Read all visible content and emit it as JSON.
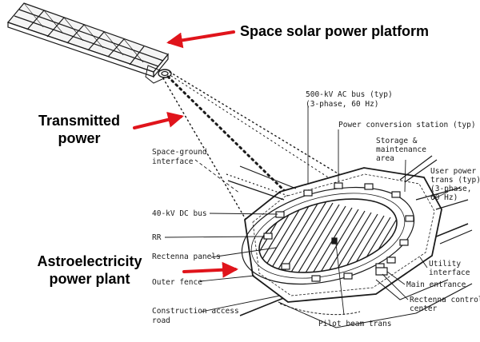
{
  "callouts": {
    "platform": "Space solar power platform",
    "transmitted_line1": "Transmitted",
    "transmitted_line2": "power",
    "plant_line1": "Astroelectricity",
    "plant_line2": "power plant"
  },
  "diagram_labels": {
    "ac_bus_1": "500-kV AC bus (typ)",
    "ac_bus_2": "(3-phase, 60 Hz)",
    "power_conversion": "Power conversion station (typ)",
    "storage_1": "Storage &",
    "storage_2": "maintenance",
    "storage_3": "area",
    "user_power_1": "User power",
    "user_power_2": "trans (typ)",
    "user_power_3": "(3-phase,",
    "user_power_4": "60 Hz)",
    "space_ground_1": "Space-ground",
    "space_ground_2": "interface",
    "dc_bus": "40-kV DC bus",
    "rr": "RR",
    "rectenna_panels": "Rectenna panels",
    "outer_fence": "Outer fence",
    "construction_1": "Construction access",
    "construction_2": "road",
    "utility_1": "Utility",
    "utility_2": "interface",
    "main_entrance": "Main entrance",
    "control_1": "Rectenna control",
    "control_2": "center",
    "pilot_beam": "Pilot beam trans"
  },
  "colors": {
    "arrow": "#e0141b",
    "ink": "#1a1a1a"
  }
}
